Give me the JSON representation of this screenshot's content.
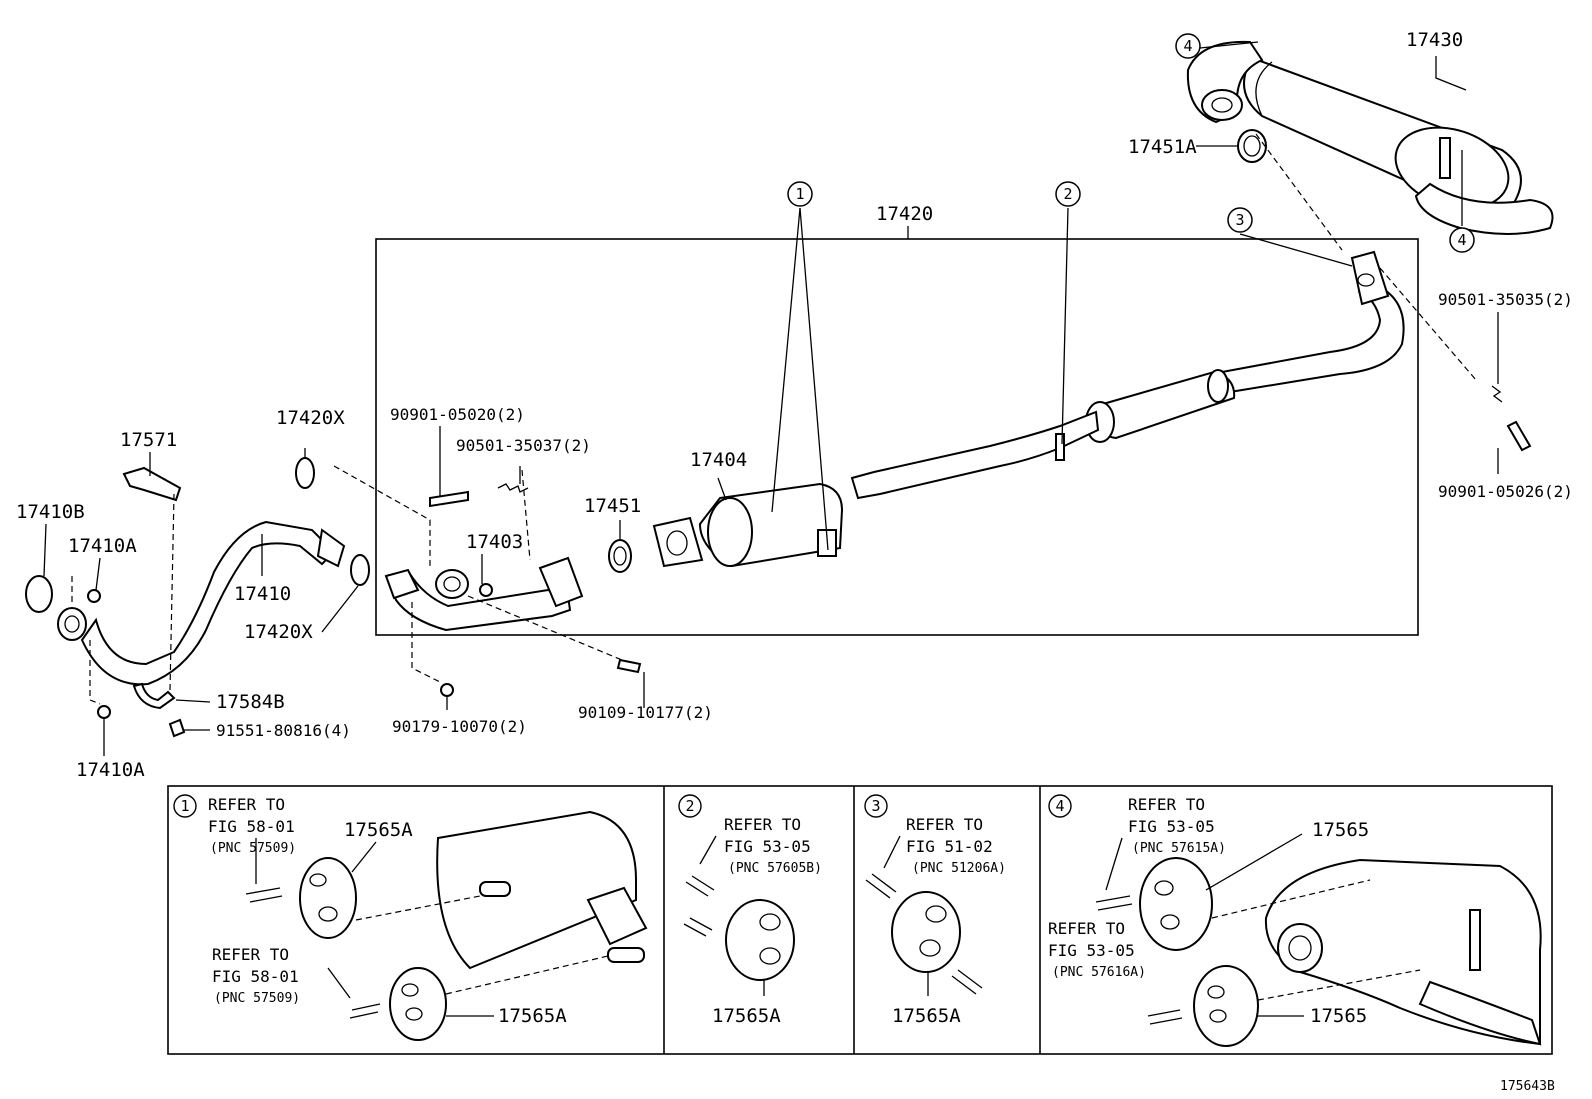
{
  "diagram": {
    "drawing_number": "175643B",
    "callouts": {
      "c1": "1",
      "c2": "2",
      "c3": "3",
      "c4": "4"
    },
    "parts": {
      "p17430": "17430",
      "p17451A": "17451A",
      "p17420": "17420",
      "p90501_35035": "90501-35035(2)",
      "p90901_05026": "90901-05026(2)",
      "p17420X_top": "17420X",
      "p90901_05020": "90901-05020(2)",
      "p90501_35037": "90501-35037(2)",
      "p17404": "17404",
      "p17451": "17451",
      "p17403": "17403",
      "p17571": "17571",
      "p17410B": "17410B",
      "p17410A_top": "17410A",
      "p17410": "17410",
      "p17420X_bot": "17420X",
      "p17584B": "17584B",
      "p91551_80816": "91551-80816(4)",
      "p90179_10070": "90179-10070(2)",
      "p90109_10177": "90109-10177(2)",
      "p17410A_bot": "17410A"
    },
    "detail_boxes": [
      {
        "callout": "1",
        "refs": [
          {
            "refer": "REFER TO",
            "fig": "FIG 58-01",
            "pnc": "(PNC 57509)"
          },
          {
            "refer": "REFER TO",
            "fig": "FIG 58-01",
            "pnc": "(PNC 57509)"
          }
        ],
        "parts": [
          "17565A",
          "17565A"
        ]
      },
      {
        "callout": "2",
        "refs": [
          {
            "refer": "REFER TO",
            "fig": "FIG 53-05",
            "pnc": "(PNC 57605B)"
          }
        ],
        "parts": [
          "17565A"
        ]
      },
      {
        "callout": "3",
        "refs": [
          {
            "refer": "REFER TO",
            "fig": "FIG 51-02",
            "pnc": "(PNC 51206A)"
          }
        ],
        "parts": [
          "17565A"
        ]
      },
      {
        "callout": "4",
        "refs": [
          {
            "refer": "REFER TO",
            "fig": "FIG 53-05",
            "pnc": "(PNC 57615A)"
          },
          {
            "refer": "REFER TO",
            "fig": "FIG 53-05",
            "pnc": "(PNC 57616A)"
          }
        ],
        "parts": [
          "17565",
          "17565"
        ]
      }
    ]
  }
}
